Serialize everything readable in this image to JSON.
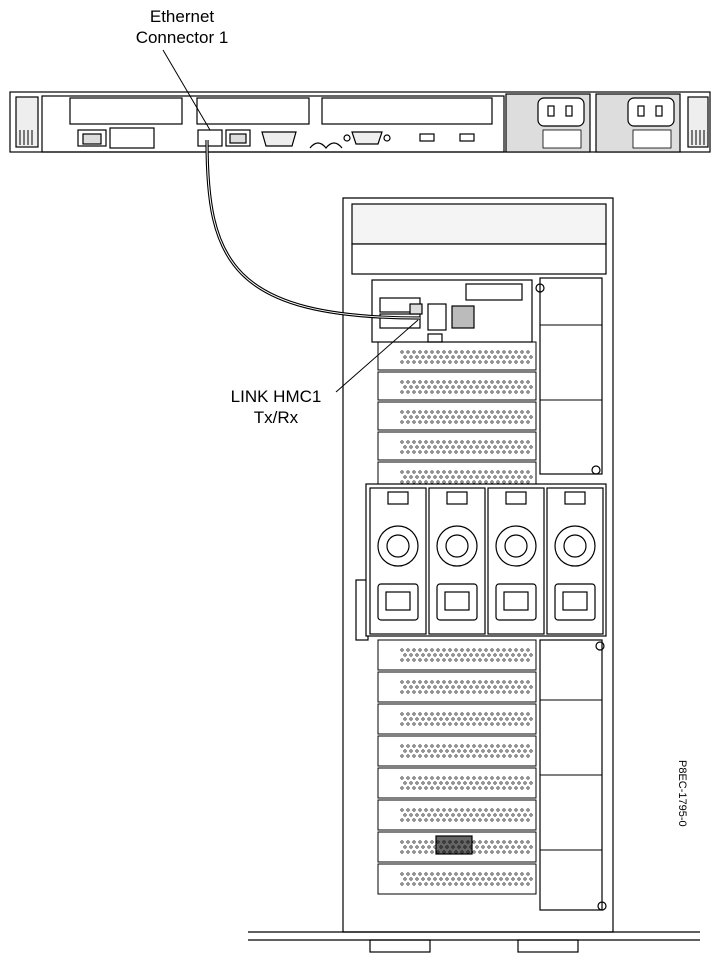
{
  "labels": {
    "ethernet_connector": [
      "Ethernet",
      "Connector 1"
    ],
    "link_hmc": [
      "LINK HMC1",
      "Tx/Rx"
    ],
    "figure_code": "P8EC-1795-0"
  },
  "colors": {
    "stroke": "#000000",
    "shade": "#d9d9d9",
    "dark": "#555555",
    "background": "#ffffff"
  },
  "counts": {
    "upper_pcie_slots": 5,
    "power_supplies": 4,
    "lower_pcie_slots": 8
  }
}
